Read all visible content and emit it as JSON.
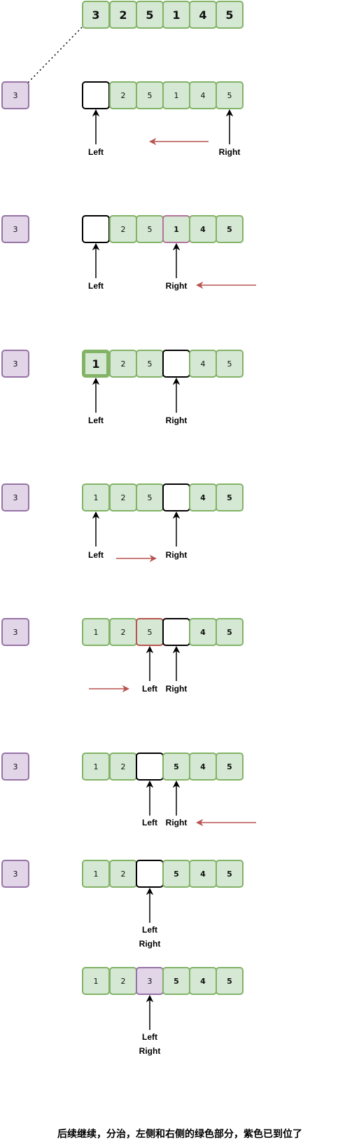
{
  "top_row": {
    "values": [
      "3",
      "2",
      "5",
      "1",
      "4",
      "5"
    ]
  },
  "steps": [
    {
      "pivot": "3",
      "cells": [
        {
          "v": "",
          "s": "empty"
        },
        {
          "v": "2",
          "s": "green"
        },
        {
          "v": "5",
          "s": "green"
        },
        {
          "v": "1",
          "s": "green"
        },
        {
          "v": "4",
          "s": "green"
        },
        {
          "v": "5",
          "s": "green"
        }
      ],
      "left_label": "Left",
      "right_label": "Right"
    },
    {
      "pivot": "3",
      "cells": [
        {
          "v": "",
          "s": "empty"
        },
        {
          "v": "2",
          "s": "green"
        },
        {
          "v": "5",
          "s": "green"
        },
        {
          "v": "1",
          "s": "green-pink",
          "b": true
        },
        {
          "v": "4",
          "s": "green",
          "b": true
        },
        {
          "v": "5",
          "s": "green",
          "b": true
        }
      ],
      "left_label": "Left",
      "right_label": "Right"
    },
    {
      "pivot": "3",
      "cells": [
        {
          "v": "1",
          "s": "green-thick",
          "big": true
        },
        {
          "v": "2",
          "s": "green"
        },
        {
          "v": "5",
          "s": "green"
        },
        {
          "v": "",
          "s": "empty"
        },
        {
          "v": "4",
          "s": "green"
        },
        {
          "v": "5",
          "s": "green"
        }
      ],
      "left_label": "Left",
      "right_label": "Right"
    },
    {
      "pivot": "3",
      "cells": [
        {
          "v": "1",
          "s": "green"
        },
        {
          "v": "2",
          "s": "green"
        },
        {
          "v": "5",
          "s": "green"
        },
        {
          "v": "",
          "s": "empty"
        },
        {
          "v": "4",
          "s": "green",
          "b": true
        },
        {
          "v": "5",
          "s": "green",
          "b": true
        }
      ],
      "left_label": "Left",
      "right_label": "Right"
    },
    {
      "pivot": "3",
      "cells": [
        {
          "v": "1",
          "s": "green"
        },
        {
          "v": "2",
          "s": "green"
        },
        {
          "v": "5",
          "s": "green-red"
        },
        {
          "v": "",
          "s": "empty"
        },
        {
          "v": "4",
          "s": "green",
          "b": true
        },
        {
          "v": "5",
          "s": "green",
          "b": true
        }
      ],
      "left_label": "Left",
      "right_label": "Right"
    },
    {
      "pivot": "3",
      "cells": [
        {
          "v": "1",
          "s": "green"
        },
        {
          "v": "2",
          "s": "green"
        },
        {
          "v": "",
          "s": "empty"
        },
        {
          "v": "5",
          "s": "green",
          "b": true
        },
        {
          "v": "4",
          "s": "green",
          "b": true
        },
        {
          "v": "5",
          "s": "green",
          "b": true
        }
      ],
      "left_label": "Left",
      "right_label": "Right"
    },
    {
      "pivot": "3",
      "cells": [
        {
          "v": "1",
          "s": "green"
        },
        {
          "v": "2",
          "s": "green"
        },
        {
          "v": "",
          "s": "empty"
        },
        {
          "v": "5",
          "s": "green",
          "b": true
        },
        {
          "v": "4",
          "s": "green",
          "b": true
        },
        {
          "v": "5",
          "s": "green",
          "b": true
        }
      ],
      "left_label": "Left",
      "right_label": "Right"
    },
    {
      "pivot": "",
      "cells": [
        {
          "v": "1",
          "s": "green"
        },
        {
          "v": "2",
          "s": "green"
        },
        {
          "v": "3",
          "s": "purple"
        },
        {
          "v": "5",
          "s": "green",
          "b": true
        },
        {
          "v": "4",
          "s": "green",
          "b": true
        },
        {
          "v": "5",
          "s": "green",
          "b": true
        }
      ],
      "left_label": "Left",
      "right_label": "Right"
    }
  ],
  "caption": "后续继续，分治，左侧和右侧的绿色部分，紫色已到位了",
  "colors": {
    "green_fill": "#d5e8d4",
    "green_border": "#82b366",
    "purple_fill": "#e1d5e7",
    "purple_border": "#9673a6",
    "arrow_red": "#b85450"
  }
}
